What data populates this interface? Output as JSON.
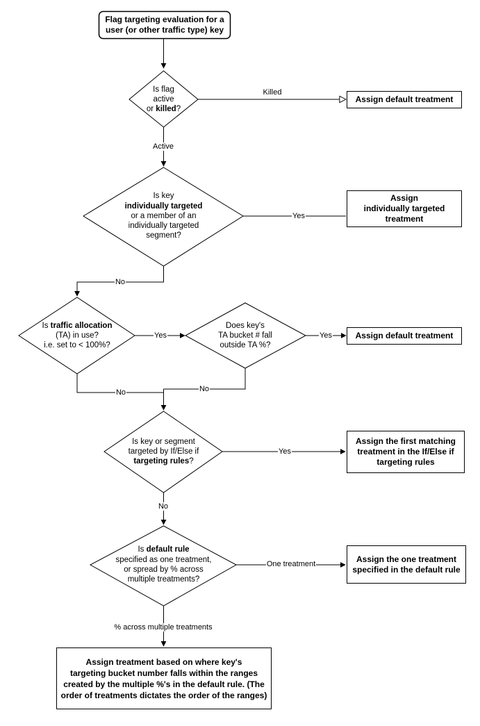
{
  "start": {
    "line1": "Flag targeting evaluation for a",
    "line2": "user (or other traffic type) key"
  },
  "decisions": {
    "killed": {
      "line1": "Is flag",
      "line2": "active",
      "line3_pre": "or ",
      "line3_bold": "killed",
      "line3_post": "?"
    },
    "individual": {
      "line1": "Is key",
      "line2_bold": "individually targeted",
      "line3": "or a member of an",
      "line4": "individually targeted",
      "line5": "segment?"
    },
    "traffic_allocation": {
      "line1_pre": "Is ",
      "line1_bold": "traffic allocation",
      "line2": "(TA) in use?",
      "line3": "i.e. set to < 100%?"
    },
    "ta_bucket": {
      "line1": "Does key's",
      "line2": "TA bucket # fall",
      "line3": "outside TA %?"
    },
    "targeting_rules": {
      "line1": "Is key or segment",
      "line2": "targeted by If/Else if",
      "line3_bold": "targeting rules",
      "line3_post": "?"
    },
    "default_rule": {
      "line1_pre": "Is ",
      "line1_bold": "default rule",
      "line2": "specified as one treatment,",
      "line3": "or spread by % across",
      "line4": "multiple treatments?"
    }
  },
  "results": {
    "default_killed": "Assign default treatment",
    "individual": {
      "line1": "Assign",
      "line2": "individually targeted",
      "line3": "treatment"
    },
    "default_ta": "Assign default treatment",
    "first_match": {
      "line1": "Assign the first matching",
      "line2": "treatment in the If/Else if",
      "line3": "targeting rules"
    },
    "one_treatment": {
      "line1": "Assign the one treatment",
      "line2": "specified in the default rule"
    },
    "bucket": {
      "line1": "Assign treatment based on where key's",
      "line2": "targeting bucket number falls within the ranges",
      "line3": "created by the multiple %'s in the default rule. (The",
      "line4": "order of treatments dictates the order of the ranges)"
    }
  },
  "edge_labels": {
    "killed": "Killed",
    "active": "Active",
    "yes_individual": "Yes",
    "no_individual": "No",
    "yes_ta": "Yes",
    "yes_bucket": "Yes",
    "no_ta": "No",
    "no_bucket": "No",
    "yes_rules": "Yes",
    "no_rules": "No",
    "one_treatment": "One treatment",
    "pct_multiple": "% across multiple treatments"
  }
}
